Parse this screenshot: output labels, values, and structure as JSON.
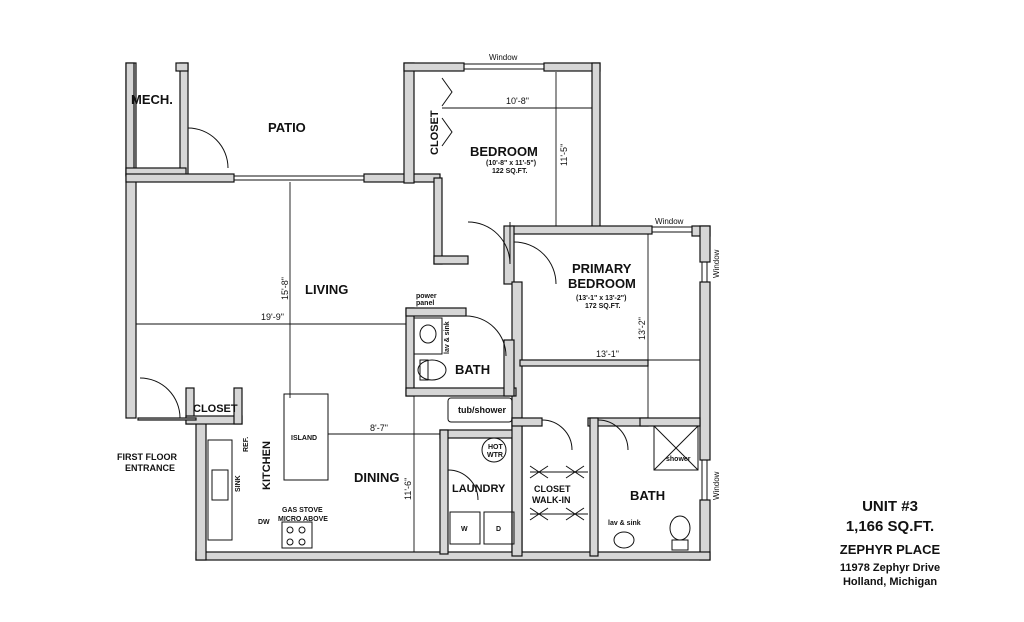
{
  "rooms": {
    "mech": "MECH.",
    "patio": "PATIO",
    "closet1": "CLOSET",
    "bedroom": "BEDROOM",
    "bedroom_size": "(10'-8\" x 11'-5\")",
    "bedroom_area": "122 SQ.FT.",
    "primary_bedroom_line1": "PRIMARY",
    "primary_bedroom_line2": "BEDROOM",
    "primary_size": "(13'-1\" x 13'-2\")",
    "primary_area": "172 SQ.FT.",
    "living": "LIVING",
    "bath1": "BATH",
    "closet2": "CLOSET",
    "kitchen": "KITCHEN",
    "island": "ISLAND",
    "dining": "DINING",
    "laundry": "LAUNDRY",
    "closet_walkin_line1": "CLOSET",
    "closet_walkin_line2": "WALK-IN",
    "bath2": "BATH",
    "entrance_line1": "FIRST FLOOR",
    "entrance_line2": "ENTRANCE"
  },
  "fixtures": {
    "power_panel_line1": "power",
    "power_panel_line2": "panel",
    "lav_sink": "lav & sink",
    "tub_shower": "tub/shower",
    "hot_wtr_line1": "HOT",
    "hot_wtr_line2": "WTR",
    "washer": "W",
    "dryer": "D",
    "ref": "REF.",
    "sink": "SINK",
    "dw": "DW",
    "gas_stove": "GAS STOVE",
    "micro_above": "MICRO ABOVE",
    "shower": "shower",
    "lav_sink2": "lav & sink"
  },
  "windows": {
    "top": "Window",
    "primary_top": "Window",
    "primary_right": "Window",
    "bath_right": "Window"
  },
  "dimensions": {
    "bedroom_w": "10'-8\"",
    "bedroom_h": "11'-5\"",
    "living_h": "15'-8\"",
    "living_w": "19'-9\"",
    "primary_w": "13'-1\"",
    "primary_h": "13'-2\"",
    "dining_w": "8'-7\"",
    "dining_h": "11'-6\""
  },
  "unit_info": {
    "unit": "UNIT #3",
    "area": "1,166 SQ.FT.",
    "name": "ZEPHYR PLACE",
    "address": "11978 Zephyr Drive",
    "city": "Holland, Michigan"
  }
}
